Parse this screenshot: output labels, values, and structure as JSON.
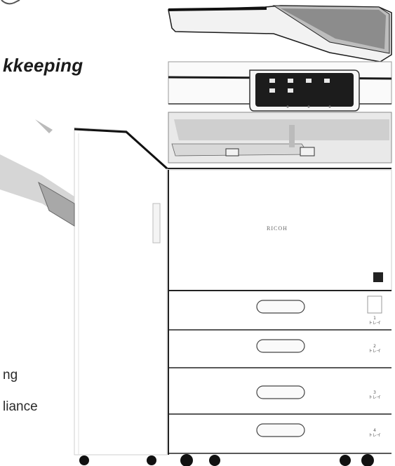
{
  "heading": "kkeeping",
  "lines": [
    "ng",
    "liance"
  ],
  "brand_logo_text": "RICOH",
  "tray_labels": [
    {
      "number": "1 ",
      "text": "トレイ"
    },
    {
      "number": "2 ",
      "text": "トレイ"
    },
    {
      "number": "3 ",
      "text": "トレイ"
    },
    {
      "number": "4 ",
      "text": "トレイ"
    }
  ],
  "colors": {
    "outline": "#1a1a1a",
    "panel_screen": "#1c1c1c",
    "panel_icon": "#e8e8e8",
    "power_button": "#222222"
  },
  "icons": [
    "touch-panel-icon",
    "power-button-icon"
  ]
}
